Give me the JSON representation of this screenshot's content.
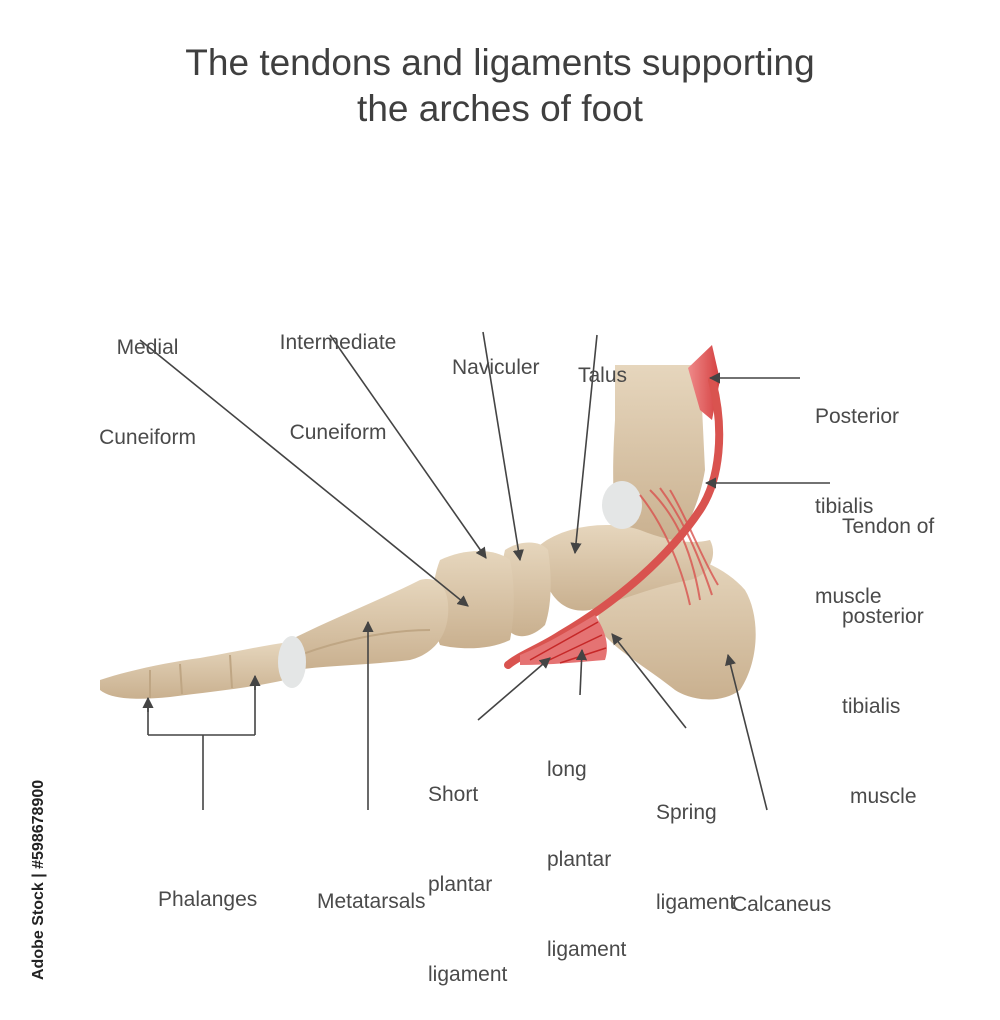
{
  "title": {
    "line1": "The tendons and ligaments supporting",
    "line2": "the arches of foot"
  },
  "labels": {
    "medial_cuneiform": [
      "Medial",
      "Cuneiform"
    ],
    "intermediate_cuneiform": [
      "Intermediate",
      "Cuneiform"
    ],
    "naviculer": [
      "Naviculer"
    ],
    "talus": [
      "Talus"
    ],
    "posterior_tibialis_muscle": [
      "Posterior",
      "tibialis",
      "muscle"
    ],
    "tendon_posterior_tibialis": [
      "Tendon of",
      "posterior",
      "tibialis",
      "muscle"
    ],
    "short_plantar_ligament": [
      "Short",
      "plantar",
      "ligament"
    ],
    "long_plantar_ligament": [
      "long",
      "plantar",
      "ligament"
    ],
    "spring_ligament": [
      "Spring",
      "ligament"
    ],
    "phalanges": [
      "Phalanges"
    ],
    "metatarsals": [
      "Metatarsals"
    ],
    "calcaneus": [
      "Calcaneus"
    ]
  },
  "watermark": "Adobe Stock | #598678900",
  "colors": {
    "bone": "#d8c3a5",
    "bone_light": "#e6d6bd",
    "bone_shadow": "#bfa684",
    "cartilage": "#e4e6e6",
    "muscle": "#d9534f",
    "muscle_light": "#ef8a8a",
    "arrow": "#444444"
  }
}
